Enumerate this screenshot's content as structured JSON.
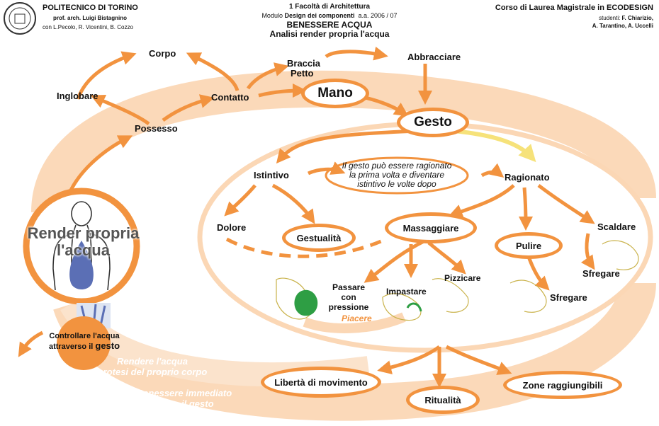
{
  "header": {
    "university": "POLITECNICO DI TORINO",
    "professor": "prof. arch. Luigi Bistagnino",
    "assistants": "con L.Pecolo, R. Vicentini, B. Cozzo",
    "faculty": "1 Facoltà di Architettura",
    "module_prefix": "Modulo ",
    "module_name": "Design dei componenti",
    "year": "a.a. 2006 / 07",
    "title": "BENESSERE ACQUA",
    "subtitle": "Analisi render propria l'acqua",
    "course": "Corso di Laurea Magistrale in ECODESIGN",
    "students_label": "studenti: ",
    "students_line1": "F. Chiarizio,",
    "students_line2": "A. Tarantino, A. Uccelli"
  },
  "nodes": {
    "center": "Render propria l'acqua",
    "inglobare": "Inglobare",
    "corpo": "Corpo",
    "possesso": "Possesso",
    "contatto": "Contatto",
    "braccia": "Braccia",
    "petto": "Petto",
    "abbracciare": "Abbracciare",
    "mano": "Mano",
    "gesto": "Gesto",
    "istintivo": "Istintivo",
    "ragionato": "Ragionato",
    "note_line1": "Il gesto può essere ragionato",
    "note_line2": "la prima volta e diventare",
    "note_line3": "istintivo le volte dopo",
    "dolore": "Dolore",
    "gestualita": "Gestualità",
    "massaggiare": "Massaggiare",
    "pulire": "Pulire",
    "scaldare": "Scaldare",
    "sfregare1": "Sfregare",
    "sfregare2": "Sfregare",
    "passare_line1": "Passare",
    "passare_line2": "con",
    "passare_line3": "pressione",
    "impastare": "Impastare",
    "pizzicare": "Pizzicare",
    "piacere": "Piacere",
    "controllare_line1": "Controllare l'acqua",
    "controllare_line2": "attraverso il ",
    "controllare_bold": "gesto",
    "liberta": "Libertà di movimento",
    "ritualita": "Ritualità",
    "zone": "Zone raggiungibili",
    "band1_line1": "Rendere l'acqua",
    "band1_line2": "protesi del proprio corpo",
    "band2_line1": "Benessere immediato",
    "band2_line2": "come il gesto"
  },
  "colors": {
    "orange": "#f2933f",
    "band": "#fbd7b5",
    "yellow": "#f6e27a",
    "water": "#5b6fb5"
  },
  "icons": [
    "university-seal-icon",
    "human-figure-icon",
    "hand-sketch-icon",
    "water-figures-icon"
  ]
}
